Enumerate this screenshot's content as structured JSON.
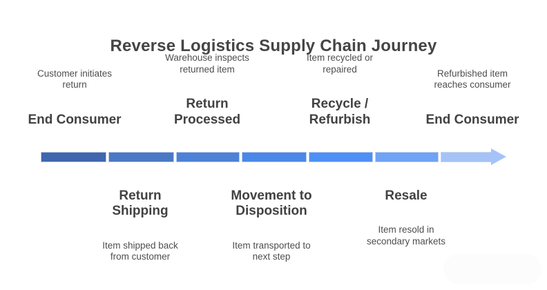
{
  "title": "Reverse Logistics Supply Chain Journey",
  "steps_above": [
    {
      "description": "Customer initiates\nreturn",
      "label": "End Consumer"
    },
    {
      "description": "Warehouse inspects\nreturned item",
      "label": "Return\nProcessed"
    },
    {
      "description": "Item recycled or\nrepaired",
      "label": "Recycle /\nRefurbish"
    },
    {
      "description": "Refurbished item\nreaches consumer",
      "label": "End Consumer"
    }
  ],
  "steps_below": [
    {
      "label": "Return\nShipping",
      "description": "Item shipped back\nfrom customer"
    },
    {
      "label": "Movement to\nDisposition",
      "description": "Item transported to\nnext step"
    },
    {
      "label": "Resale",
      "description": "Item resold in\nsecondary markets"
    }
  ],
  "timeline": {
    "direction": "left-to-right",
    "segment_colors": [
      "#3F66AF",
      "#4A78C5",
      "#4C81D7",
      "#4B87E8",
      "#4E90F5",
      "#70A2F5",
      "#A5C3F6"
    ],
    "arrowhead_color": "#A5C3F6"
  },
  "colors": {
    "background": "#FFFFFF",
    "title_text": "#454545",
    "label_text": "#424242",
    "description_text": "#4E4E4E"
  }
}
